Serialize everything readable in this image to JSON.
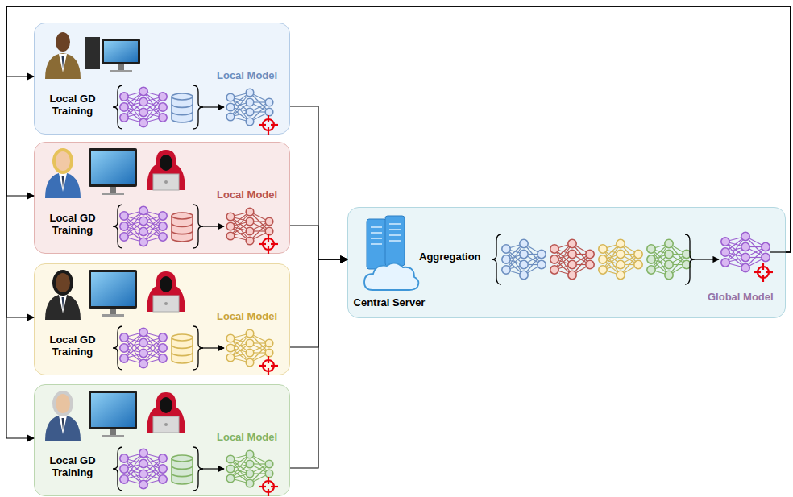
{
  "diagram": {
    "nodes": [
      {
        "text": [
          "Local GD Training",
          "Local Model"
        ]
      },
      {
        "text": [
          "Local GD Training",
          "Local Model"
        ]
      },
      {
        "text": [
          "Local GD Training",
          "Local Model"
        ]
      },
      {
        "text": [
          "Local GD Training",
          "Local Model"
        ]
      },
      {
        "text": [
          "Central Server",
          "Aggregation",
          "Global Model"
        ]
      }
    ],
    "edges": [
      {
        "from": 0,
        "to": 4,
        "arrow": "to"
      },
      {
        "from": 1,
        "to": 4,
        "arrow": "to"
      },
      {
        "from": 2,
        "to": 4,
        "arrow": "to"
      },
      {
        "from": 3,
        "to": 4,
        "arrow": "to"
      },
      {
        "from": 4,
        "to": 0,
        "arrow": "to"
      },
      {
        "from": 4,
        "to": 1,
        "arrow": "to"
      },
      {
        "from": 4,
        "to": 2,
        "arrow": "to"
      },
      {
        "from": 4,
        "to": 3,
        "arrow": "to"
      }
    ]
  }
}
